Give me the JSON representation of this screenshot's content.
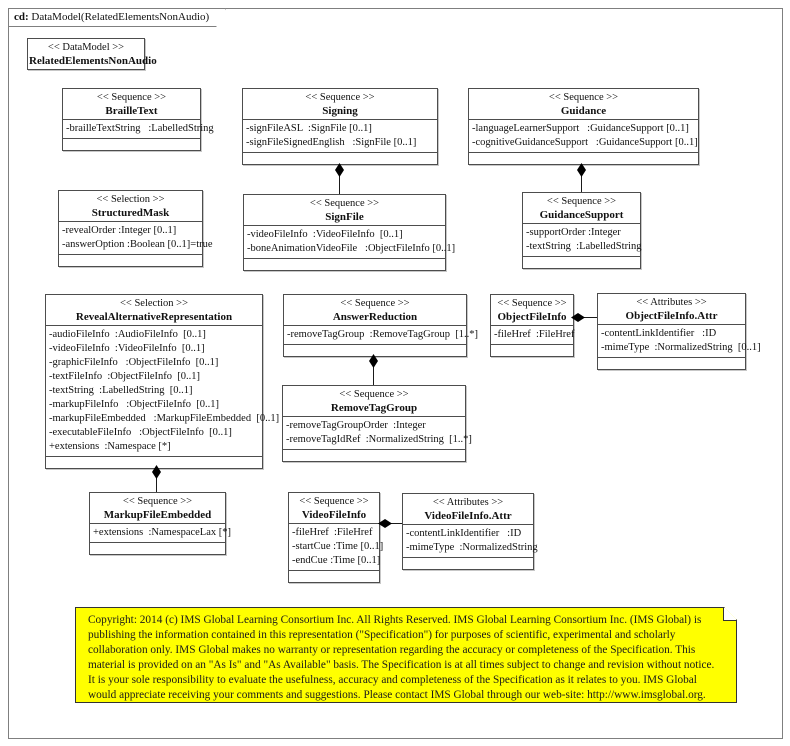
{
  "frame": {
    "title_prefix": "cd:",
    "title": "DataModel(RelatedElementsNonAudio)"
  },
  "colors": {
    "note_bg": "#ffff00",
    "box_border": "#4d4d4d",
    "frame_border": "#7f7f7f",
    "connector": "#000000"
  },
  "classes": {
    "datamodel": {
      "stereotype": "<< DataModel >>",
      "name": "RelatedElementsNonAudio",
      "attrs": []
    },
    "brailleText": {
      "stereotype": "<< Sequence >>",
      "name": "BrailleText",
      "attrs": [
        "-brailleTextString   :LabelledString"
      ]
    },
    "signing": {
      "stereotype": "<< Sequence >>",
      "name": "Signing",
      "attrs": [
        "-signFileASL  :SignFile [0..1]",
        "-signFileSignedEnglish   :SignFile [0..1]"
      ]
    },
    "guidance": {
      "stereotype": "<< Sequence >>",
      "name": "Guidance",
      "attrs": [
        "-languageLearnerSupport   :GuidanceSupport [0..1]",
        "-cognitiveGuidanceSupport   :GuidanceSupport [0..1]"
      ]
    },
    "structuredMask": {
      "stereotype": "<< Selection >>",
      "name": "StructuredMask",
      "attrs": [
        "-revealOrder :Integer [0..1]",
        "-answerOption :Boolean [0..1]=true"
      ]
    },
    "signFile": {
      "stereotype": "<< Sequence >>",
      "name": "SignFile",
      "attrs": [
        "-videoFileInfo  :VideoFileInfo  [0..1]",
        "-boneAnimationVideoFile   :ObjectFileInfo [0..1]"
      ]
    },
    "guidanceSupport": {
      "stereotype": "<< Sequence >>",
      "name": "GuidanceSupport",
      "attrs": [
        "-supportOrder :Integer",
        "-textString  :LabelledString"
      ]
    },
    "rar": {
      "stereotype": "<< Selection >>",
      "name": "RevealAlternativeRepresentation",
      "attrs": [
        "-audioFileInfo  :AudioFileInfo  [0..1]",
        "-videoFileInfo  :VideoFileInfo  [0..1]",
        "-graphicFileInfo   :ObjectFileInfo  [0..1]",
        "-textFileInfo  :ObjectFileInfo  [0..1]",
        "-textString  :LabelledString  [0..1]",
        "-markupFileInfo   :ObjectFileInfo  [0..1]",
        "-markupFileEmbedded   :MarkupFileEmbedded  [0..1]",
        "-executableFileInfo   :ObjectFileInfo  [0..1]",
        "+extensions  :Namespace [*]"
      ]
    },
    "answerReduction": {
      "stereotype": "<< Sequence >>",
      "name": "AnswerReduction",
      "attrs": [
        "-removeTagGroup  :RemoveTagGroup  [1..*]"
      ]
    },
    "objectFileInfo": {
      "stereotype": "<< Sequence >>",
      "name": "ObjectFileInfo",
      "attrs": [
        "-fileHref  :FileHref"
      ]
    },
    "objectFileInfoAttr": {
      "stereotype": "<< Attributes >>",
      "name": "ObjectFileInfo.Attr",
      "attrs": [
        "-contentLinkIdentifier   :ID",
        "-mimeType  :NormalizedString  [0..1]"
      ]
    },
    "removeTagGroup": {
      "stereotype": "<< Sequence >>",
      "name": "RemoveTagGroup",
      "attrs": [
        "-removeTagGroupOrder  :Integer",
        "-removeTagIdRef  :NormalizedString  [1..*]"
      ]
    },
    "markupFileEmbedded": {
      "stereotype": "<< Sequence >>",
      "name": "MarkupFileEmbedded",
      "attrs": [
        "+extensions  :NamespaceLax [*]"
      ]
    },
    "videoFileInfo": {
      "stereotype": "<< Sequence >>",
      "name": "VideoFileInfo",
      "attrs": [
        "-fileHref  :FileHref",
        "-startCue :Time [0..1]",
        "-endCue :Time [0..1]"
      ]
    },
    "videoFileInfoAttr": {
      "stereotype": "<< Attributes >>",
      "name": "VideoFileInfo.Attr",
      "attrs": [
        "-contentLinkIdentifier   :ID",
        "-mimeType  :NormalizedString"
      ]
    }
  },
  "connectors": [
    {
      "type": "composition",
      "whole": "Signing",
      "part": "SignFile"
    },
    {
      "type": "composition",
      "whole": "Guidance",
      "part": "GuidanceSupport"
    },
    {
      "type": "composition",
      "whole": "RevealAlternativeRepresentation",
      "part": "MarkupFileEmbedded"
    },
    {
      "type": "composition",
      "whole": "AnswerReduction",
      "part": "RemoveTagGroup"
    },
    {
      "type": "composition",
      "whole": "ObjectFileInfo",
      "part": "ObjectFileInfo.Attr"
    },
    {
      "type": "composition",
      "whole": "VideoFileInfo",
      "part": "VideoFileInfo.Attr"
    }
  ],
  "note": {
    "text": "Copyright: 2014 (c) IMS Global Learning Consortium Inc.   All Rights Reserved.  IMS Global Learning Consortium Inc. (IMS Global) is publishing the information contained in this representation (\"Specification\") for purposes of scientific, experimental and scholarly collaboration only.  IMS Global makes no warranty or representation regarding the accuracy or completeness of the Specification.  This material is provided on an \"As Is\" and \"As Available\" basis.  The Specification is at all times subject to change and revision without notice.  It is your sole responsibility to evaluate the usefulness, accuracy and completeness of the Specification as it relates to you.  IMS Global would appreciate receiving your comments and suggestions.  Please contact IMS Global through our web-site: http://www.imsglobal.org."
  }
}
